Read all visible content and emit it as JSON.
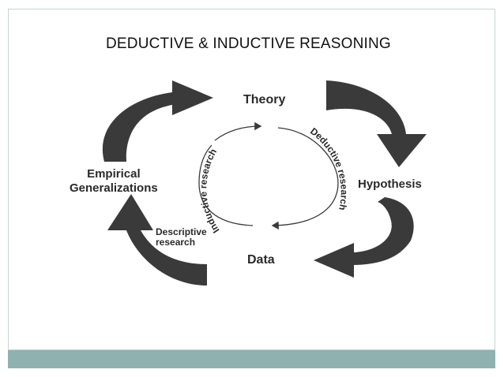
{
  "title": "DEDUCTIVE & INDUCTIVE REASONING",
  "nodes": {
    "theory": "Theory",
    "hypothesis": "Hypothesis",
    "data": "Data",
    "empirical_line1": "Empirical",
    "empirical_line2": "Generalizations",
    "descriptive_line1": "Descriptive",
    "descriptive_line2": "research"
  },
  "arc_labels": {
    "deductive": "Deductive research",
    "inductive": "Inductive research"
  },
  "colors": {
    "arrow": "#3a3a3a",
    "footer": "#8fb1b0",
    "text": "#2a2a2a"
  }
}
